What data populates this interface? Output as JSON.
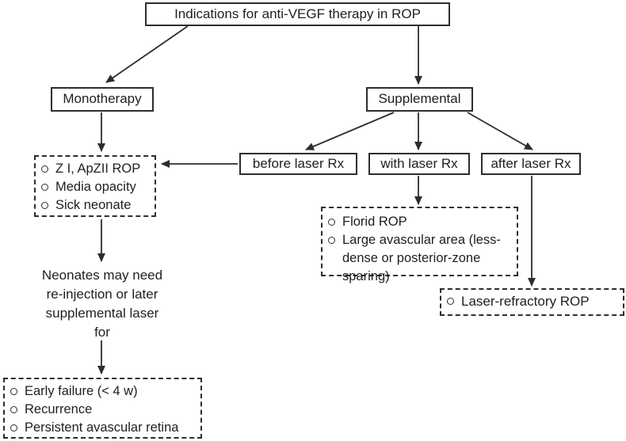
{
  "title": "Indications for anti-VEGF therapy in ROP",
  "monotherapy": {
    "label": "Monotherapy",
    "indications": [
      "Z I, ApZII ROP",
      "Media opacity",
      "Sick neonate"
    ],
    "note_lines": [
      "Neonates may need",
      "re-injection or later",
      "supplemental laser",
      "for"
    ],
    "reinjection_indications": [
      "Early failure (< 4 w)",
      "Recurrence",
      "Persistent avascular retina"
    ]
  },
  "supplemental": {
    "label": "Supplemental",
    "before": {
      "label": "before laser Rx"
    },
    "with": {
      "label": "with laser Rx",
      "indications": [
        "Florid ROP",
        "Large avascular area (less-dense or posterior-zone sparing)"
      ]
    },
    "after": {
      "label": "after laser Rx",
      "indications": [
        "Laser-refractory ROP"
      ]
    }
  },
  "colors": {
    "ink": "#2d2d2d",
    "background": "#ffffff"
  }
}
